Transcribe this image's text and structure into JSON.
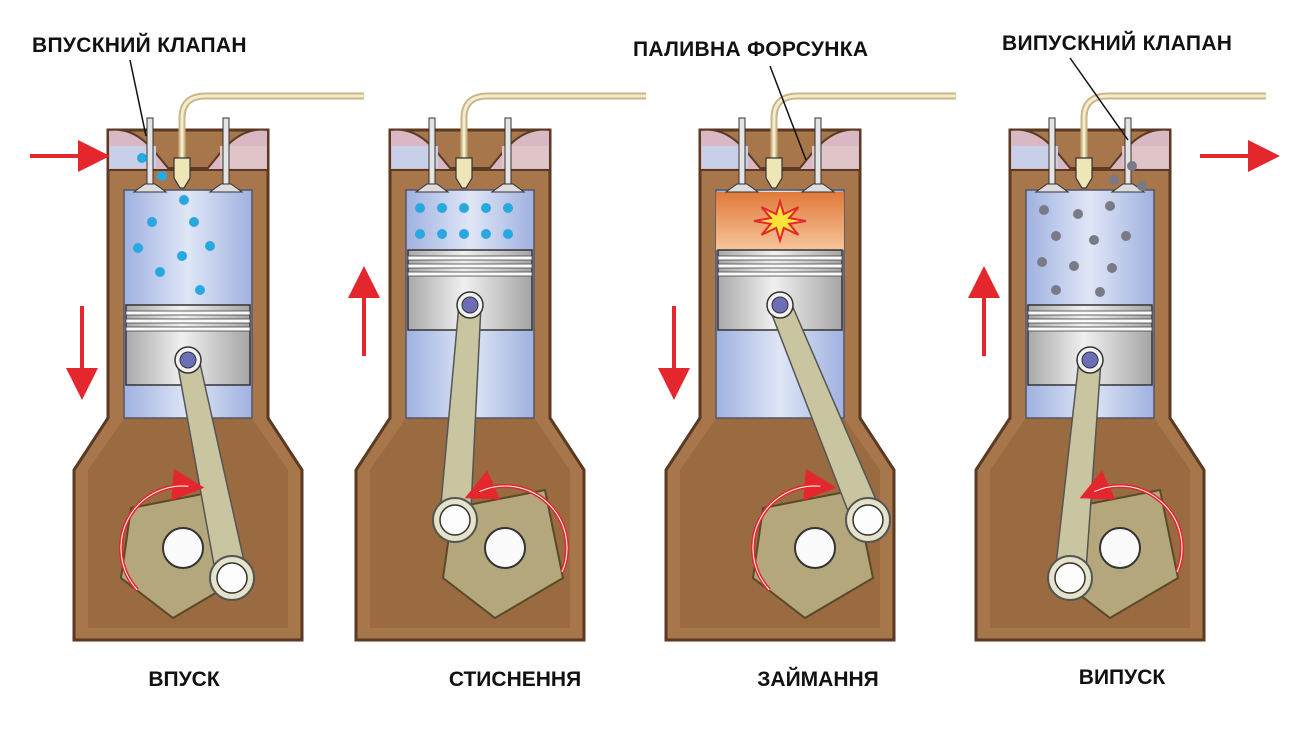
{
  "callouts": {
    "intake_valve": "ВПУСКНИЙ КЛАПАН",
    "fuel_injector": "ПАЛИВНА ФОРСУНКА",
    "exhaust_valve": "ВИПУСКНИЙ КЛАПАН"
  },
  "strokes": [
    {
      "label": "ВПУСК",
      "piston": "down",
      "charge": "fuel-air",
      "crank_rotation": "clockwise",
      "gas_flow": "in"
    },
    {
      "label": "СТИСНЕННЯ",
      "piston": "up",
      "charge": "fuel-air-compressed",
      "crank_rotation": "counterclockwise",
      "gas_flow": "none"
    },
    {
      "label": "ЗАЙМАННЯ",
      "piston": "down",
      "charge": "ignition",
      "crank_rotation": "clockwise",
      "gas_flow": "none"
    },
    {
      "label": "ВИПУСК",
      "piston": "up",
      "charge": "exhaust",
      "crank_rotation": "counterclockwise",
      "gas_flow": "out"
    }
  ],
  "colors": {
    "crankcase": "#a8764b",
    "crankcase_outline": "#5a3a22",
    "cylinder_gas": "#b8c6e8",
    "piston": "#c8c8c8",
    "rod": "#c9c5a0",
    "crank_disc": "#b5a77c",
    "arrow": "#e4262d",
    "fuel_dot": "#29a8e0",
    "exhaust_dot": "#7a7a86",
    "ignition": "#f2a766"
  }
}
